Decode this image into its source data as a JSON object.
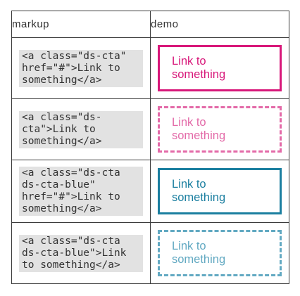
{
  "table": {
    "headers": [
      "markup",
      "demo"
    ],
    "rows": [
      {
        "markup": "<a class=\"ds-cta\"\nhref=\"#\">Link to\nsomething</a>",
        "demo": "Link to\nsomething",
        "color": "#d8187a"
      },
      {
        "markup": "<a class=\"ds-\ncta\">Link to\nsomething</a>",
        "demo": "Link to\nsomething",
        "color": "#e36aa8"
      },
      {
        "markup": "<a class=\"ds-cta\nds-cta-blue\"\nhref=\"#\">Link to\nsomething</a>",
        "demo": "Link to\nsomething",
        "color": "#1b7fa0"
      },
      {
        "markup": "<a class=\"ds-cta\nds-cta-blue\">Link\nto something</a>",
        "demo": "Link to\nsomething",
        "color": "#62a9c2"
      }
    ]
  }
}
